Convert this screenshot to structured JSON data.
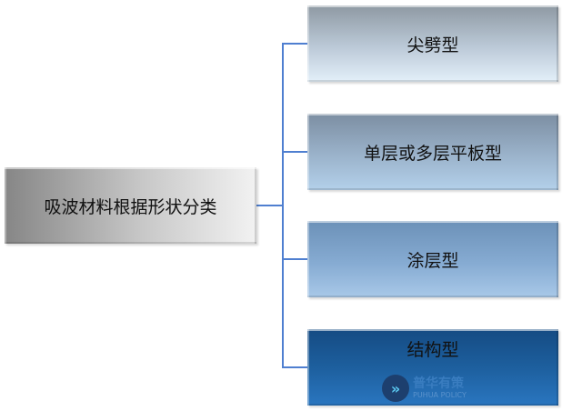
{
  "root": {
    "label": "吸波材料根据形状分类"
  },
  "children": [
    {
      "label": "尖劈型"
    },
    {
      "label": "单层或多层平板型"
    },
    {
      "label": "涂层型"
    },
    {
      "label": "结构型"
    }
  ],
  "watermark": {
    "title": "普华有策",
    "subtitle": "PUHUA POLICY"
  },
  "colors": {
    "connector": "#4f7fd0",
    "root": "#b0b0b0",
    "child_dark": "#1d5f9e"
  }
}
